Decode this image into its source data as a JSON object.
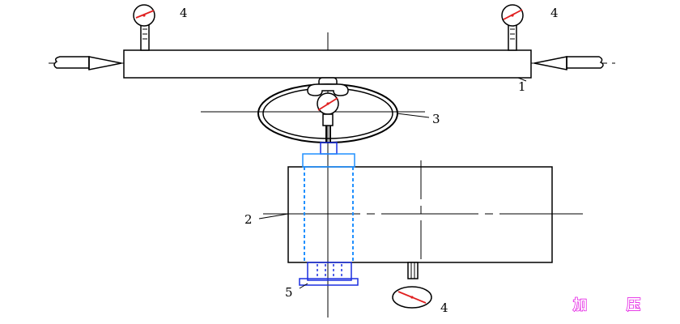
{
  "labels": {
    "gauge_top_left": "4",
    "gauge_top_right": "4",
    "shaft": "1",
    "ring": "3",
    "cylinder": "2",
    "base": "5",
    "gauge_bottom": "4"
  },
  "caption": {
    "left": "加",
    "right": "压"
  },
  "colors": {
    "line": "#000000",
    "needle": "#e02020",
    "blue": "#1a2fe0",
    "dashed_blue": "#2090ff",
    "caption": "#e000e0"
  }
}
